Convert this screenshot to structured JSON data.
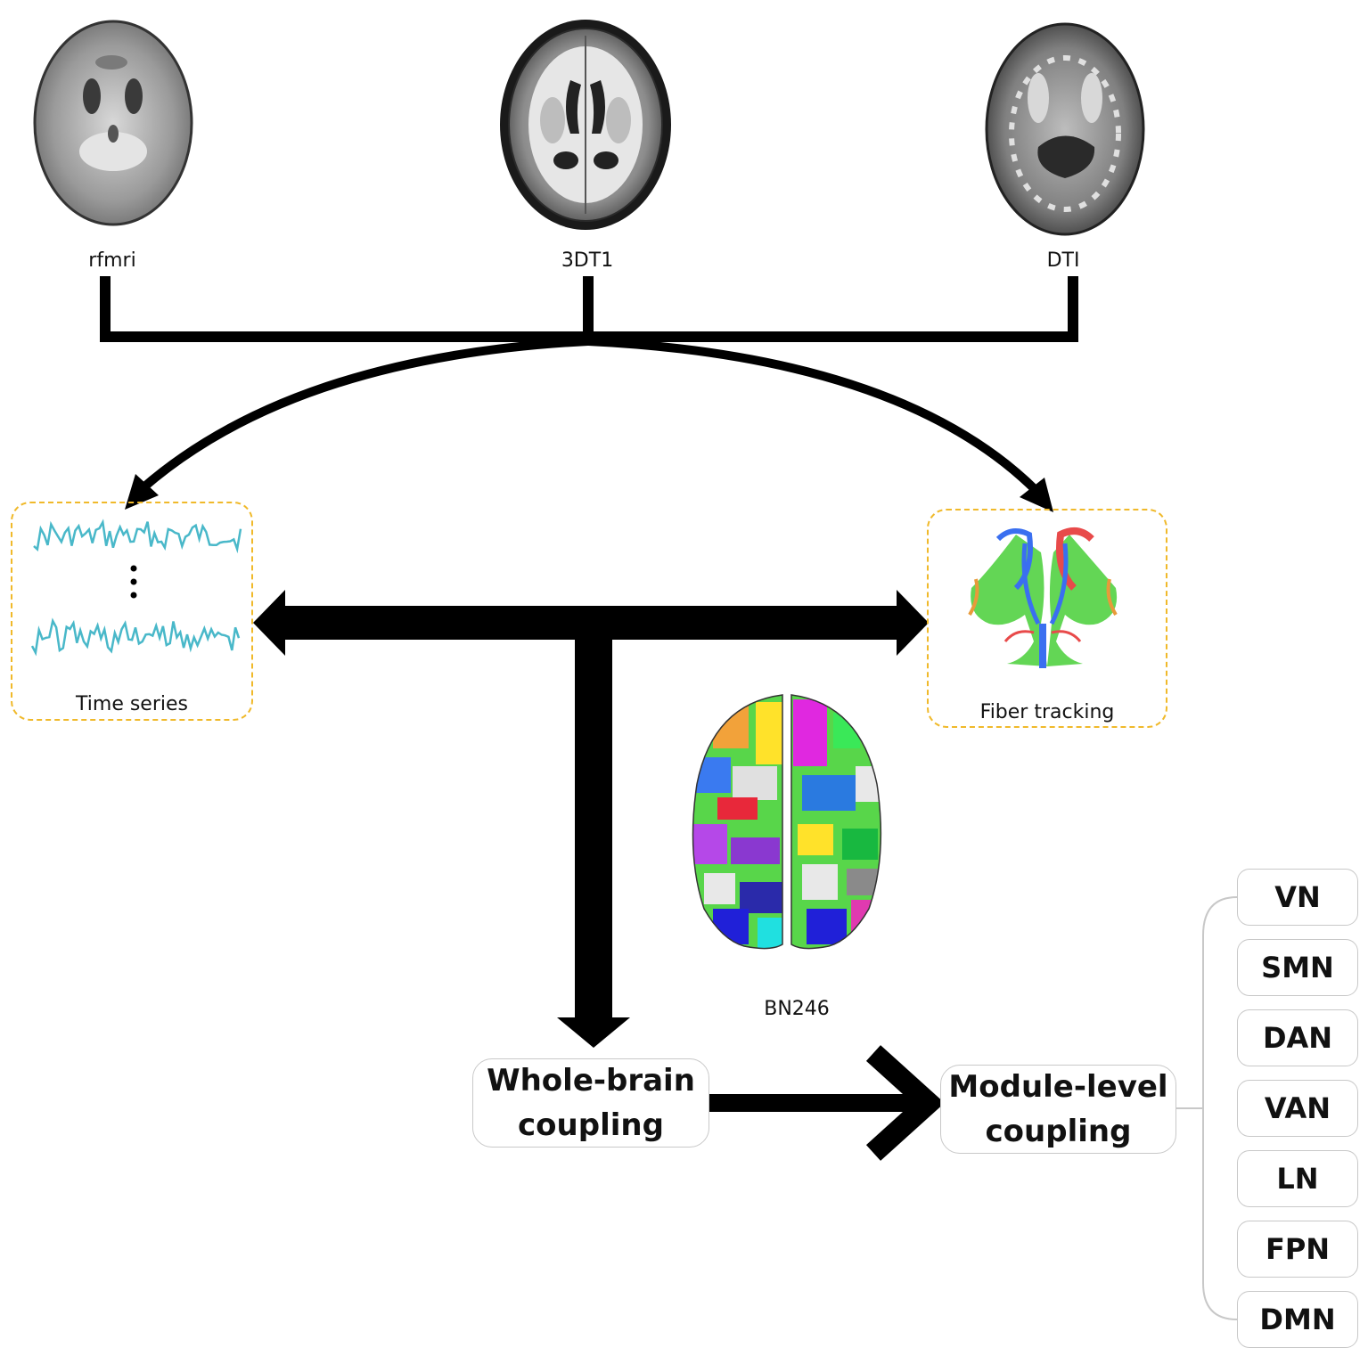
{
  "modalities": [
    {
      "key": "rfmri",
      "label": "rfmri",
      "icon": "brain-mri-slice-icon"
    },
    {
      "key": "t1",
      "label": "3DT1",
      "icon": "brain-mri-slice-icon"
    },
    {
      "key": "dti",
      "label": "DTI",
      "icon": "brain-mri-slice-icon"
    }
  ],
  "panels": {
    "time_series": {
      "label": "Time series",
      "icon": "waveform-icon"
    },
    "fiber_tracking": {
      "label": "Fiber tracking",
      "icon": "tractography-icon"
    }
  },
  "atlas": {
    "label": "BN246",
    "icon": "parcellated-brain-icon"
  },
  "stages": {
    "whole_brain": {
      "line1": "Whole-brain",
      "line2": "coupling"
    },
    "module_level": {
      "line1": "Module-level",
      "line2": "coupling"
    }
  },
  "modules": [
    "VN",
    "SMN",
    "DAN",
    "VAN",
    "LN",
    "FPN",
    "DMN"
  ],
  "colors": {
    "waveform": "#49b8c9",
    "dashed_border": "#f0b92a",
    "box_border": "#c8c8c8",
    "arrow": "#000000"
  }
}
